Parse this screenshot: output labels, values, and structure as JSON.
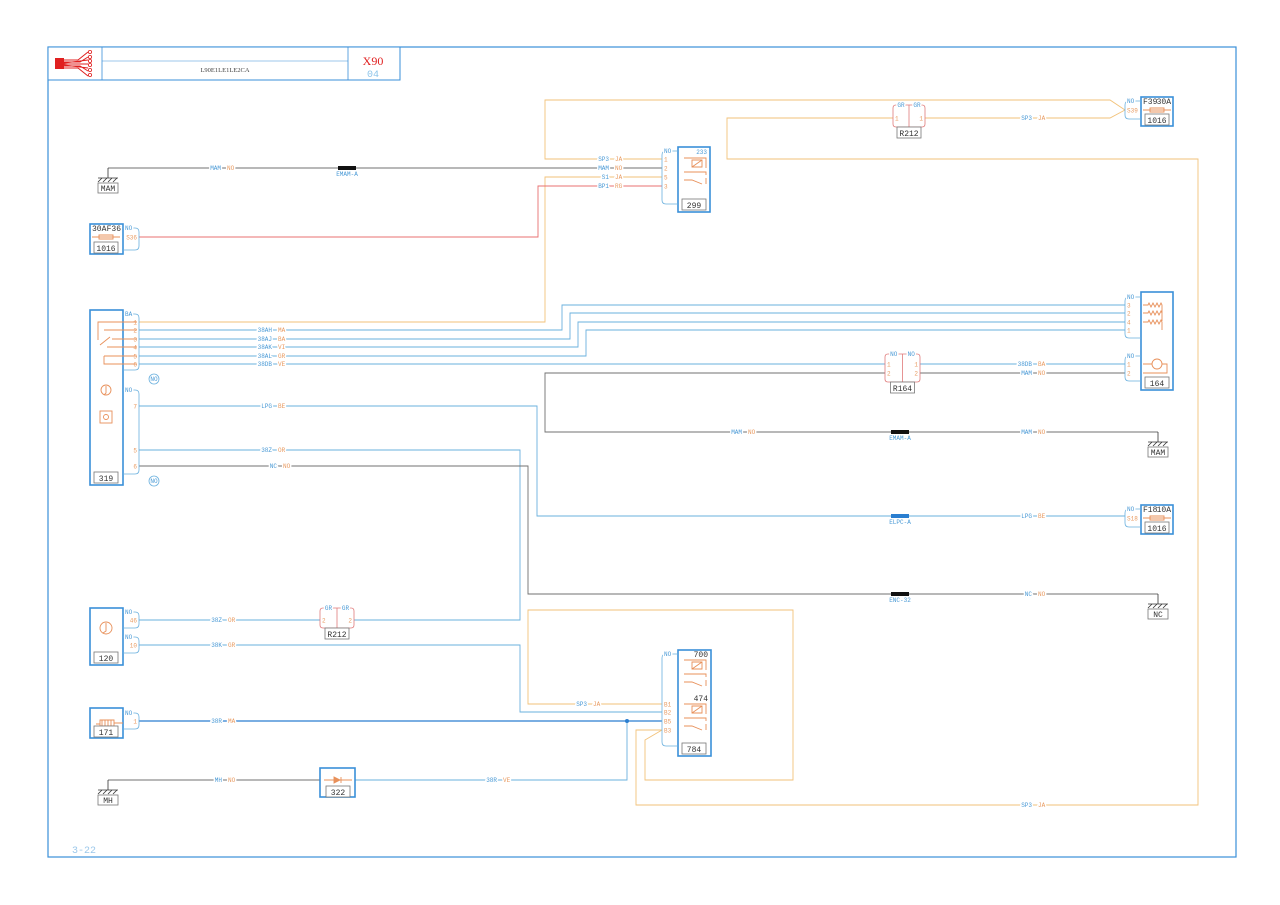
{
  "title_block": {
    "code": "L90E1LE1LE2CA",
    "model": "X90",
    "revision": "04",
    "page": "3-22"
  },
  "colors": {
    "frame": "#3a8fd8",
    "wire_blue": "#6ab0de",
    "wire_orange": "#f2c27a",
    "wire_gray": "#707070",
    "wire_red": "#e87070",
    "accent_red": "#e02020"
  },
  "wires": [
    {
      "code": "MAM",
      "color": "NO"
    },
    {
      "code": "SP3",
      "color": "JA"
    },
    {
      "code": "MAM",
      "color": "NO"
    },
    {
      "code": "S1",
      "color": "JA"
    },
    {
      "code": "BP1",
      "color": "RG"
    },
    {
      "code": "38AH",
      "color": "MA"
    },
    {
      "code": "38AJ",
      "color": "BA"
    },
    {
      "code": "38AK",
      "color": "VI"
    },
    {
      "code": "38AL",
      "color": "GR"
    },
    {
      "code": "38DB",
      "color": "VE"
    },
    {
      "code": "LPG",
      "color": "BE"
    },
    {
      "code": "38Z",
      "color": "OR"
    },
    {
      "code": "NC",
      "color": "NO"
    },
    {
      "code": "38DB",
      "color": "BA"
    },
    {
      "code": "MAM",
      "color": "NO"
    },
    {
      "code": "MAM",
      "color": "NO"
    },
    {
      "code": "MAM",
      "color": "NO"
    },
    {
      "code": "LPG",
      "color": "BE"
    },
    {
      "code": "NC",
      "color": "NO"
    },
    {
      "code": "SP3",
      "color": "JA"
    },
    {
      "code": "38Z",
      "color": "OR"
    },
    {
      "code": "38K",
      "color": "GR"
    },
    {
      "code": "38R",
      "color": "MA"
    },
    {
      "code": "MH",
      "color": "NO"
    },
    {
      "code": "38R",
      "color": "VE"
    },
    {
      "code": "SP3",
      "color": "JA"
    },
    {
      "code": "SP3",
      "color": "JA"
    }
  ],
  "splices": [
    "EMAM-A",
    "EMAM-A",
    "ELPC-A",
    "ENC-32"
  ],
  "grounds": [
    "MAM",
    "MAM",
    "NC",
    "MH"
  ],
  "components": {
    "c299": {
      "id": "299",
      "sub": "233",
      "conn": "NO",
      "pins": [
        "1",
        "2",
        "5",
        "3"
      ]
    },
    "f36": {
      "id": "1016",
      "fuse": "F36",
      "amp": "30A",
      "conn": "NO",
      "pins": [
        "S36"
      ]
    },
    "c319": {
      "id": "319",
      "conn1": "BA",
      "pins1": [
        "1",
        "2",
        "3",
        "4",
        "5",
        "6"
      ],
      "conn2": "NO",
      "pins2": [
        "7",
        "5",
        "6"
      ],
      "badge": "NO"
    },
    "c164": {
      "id": "164",
      "conn1": "NO",
      "pins1": [
        "3",
        "2",
        "4",
        "1"
      ],
      "conn2": "NO",
      "pins2": [
        "1",
        "2"
      ]
    },
    "f39": {
      "id": "1016",
      "fuse": "F39",
      "amp": "30A",
      "conn": "NO",
      "pins": [
        "S39"
      ]
    },
    "f18": {
      "id": "1016",
      "fuse": "F18",
      "amp": "10A",
      "conn": "NO",
      "pins": [
        "S18"
      ]
    },
    "c120": {
      "id": "120",
      "conn1": "NO",
      "pins1": [
        "46"
      ],
      "conn2": "NO",
      "pins2": [
        "10"
      ]
    },
    "c171": {
      "id": "171",
      "conn": "NO",
      "pins": [
        "1"
      ]
    },
    "c322": {
      "id": "322"
    },
    "c784": {
      "id": "784",
      "sub1": "700",
      "sub2": "474",
      "conn": "NO",
      "pins": [
        "B1",
        "B2",
        "B5",
        "B3"
      ]
    },
    "r212a": {
      "id": "R212",
      "left": "GR",
      "right": "GR",
      "pin_left": "1",
      "pin_right": "1"
    },
    "r164": {
      "id": "R164",
      "left": "NO",
      "right": "NO",
      "pins_left": [
        "1",
        "2"
      ],
      "pins_right": [
        "1",
        "2"
      ]
    },
    "r212b": {
      "id": "R212",
      "left": "GR",
      "right": "GR",
      "pin_left": "2",
      "pin_right": "2"
    }
  }
}
